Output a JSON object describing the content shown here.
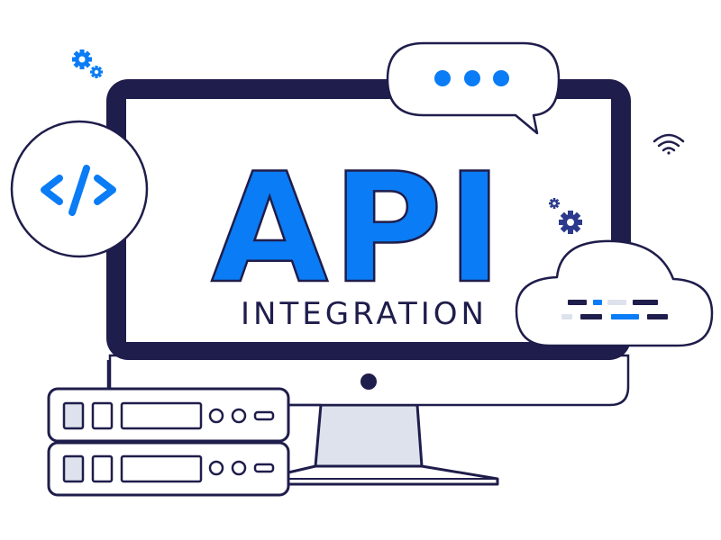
{
  "illustration": {
    "headline": "API",
    "subheadline": "INTEGRATION",
    "code_badge": "</>",
    "chat_bubble_dots": 3,
    "colors": {
      "navy": "#1f1d4b",
      "blue": "#0a7cf5",
      "light_gray": "#dde2ec",
      "white": "#ffffff"
    },
    "icons": [
      "gear-icon-blue",
      "code-icon",
      "chat-bubble-icon",
      "wifi-icon",
      "gear-icon-navy",
      "cloud-icon",
      "server-rack-icon",
      "monitor-icon"
    ]
  }
}
